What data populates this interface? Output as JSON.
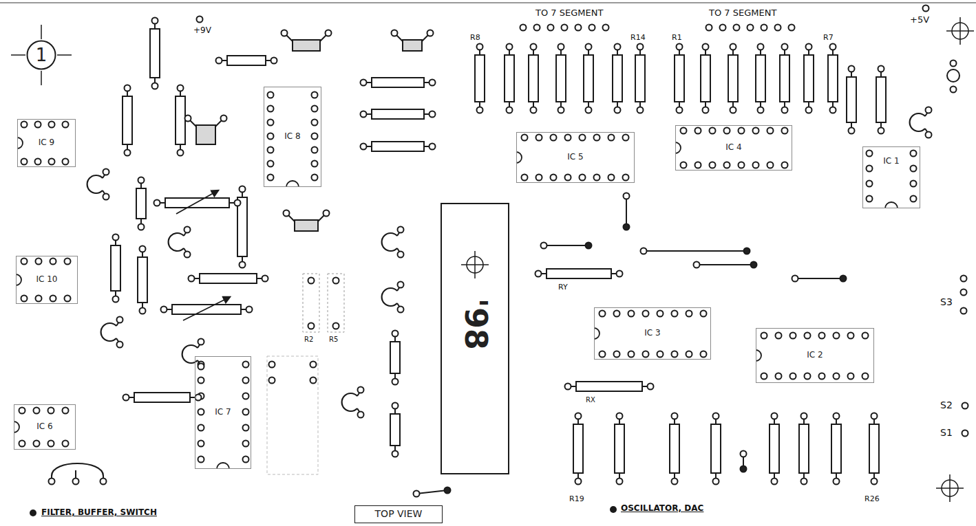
{
  "diagram": {
    "nodes": [
      {
        "text": [
          "1"
        ]
      },
      {
        "text": [
          "IC 9"
        ]
      },
      {
        "text": [
          "IC 8"
        ]
      },
      {
        "text": [
          "IC 5"
        ]
      },
      {
        "text": [
          "IC 4"
        ]
      },
      {
        "text": [
          "IC 1"
        ]
      },
      {
        "text": [
          "IC 10"
        ]
      },
      {
        "text": [
          "'98"
        ]
      },
      {
        "text": [
          "IC 3"
        ]
      },
      {
        "text": [
          "IC 2"
        ]
      },
      {
        "text": [
          "IC 6"
        ]
      },
      {
        "text": [
          "IC 7"
        ]
      },
      {
        "text": [
          "TOP VIEW"
        ]
      }
    ],
    "labels": [
      "+9V",
      "TO 7 SEGMENT",
      "TO 7 SEGMENT",
      "+5V",
      "R8",
      "R14",
      "R1",
      "R7",
      "RY",
      "R2",
      "R5",
      "S3",
      "RX",
      "S2",
      "S1",
      "R19",
      "R26",
      "FILTER, BUFFER, SWITCH",
      "OSCILLATOR, DAC"
    ]
  }
}
